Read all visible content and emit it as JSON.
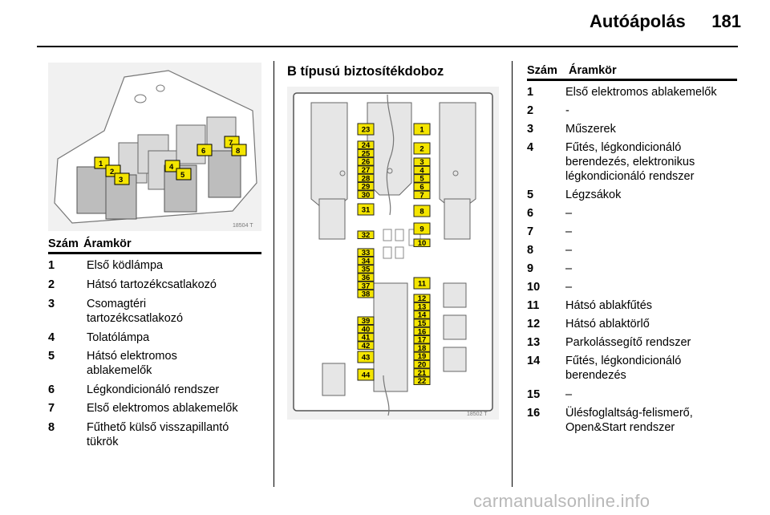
{
  "header": {
    "title": "Autóápolás",
    "page_number": "181"
  },
  "left": {
    "image_code": "18504 T",
    "callouts": [
      "1",
      "2",
      "3",
      "4",
      "5",
      "6",
      "7",
      "8"
    ],
    "table_header": {
      "num": "Szám",
      "circuit": "Áramkör"
    },
    "rows": [
      {
        "num": "1",
        "text": "Első ködlámpa"
      },
      {
        "num": "2",
        "text": "Hátsó tartozékcsatlakozó"
      },
      {
        "num": "3",
        "text": "Csomagtéri\ntartozékcsatlakozó"
      },
      {
        "num": "4",
        "text": "Tolatólámpa"
      },
      {
        "num": "5",
        "text": "Hátsó elektromos\nablakemelők"
      },
      {
        "num": "6",
        "text": "Légkondicionáló rendszer"
      },
      {
        "num": "7",
        "text": "Első elektromos ablakemelők"
      },
      {
        "num": "8",
        "text": "Fűthető külső visszapillantó\ntükrök"
      }
    ]
  },
  "middle": {
    "title": "B típusú biztosítékdoboz",
    "image_code": "18502 T",
    "fuses": [
      "1",
      "2",
      "3",
      "4",
      "5",
      "6",
      "7",
      "8",
      "9",
      "10",
      "11",
      "12",
      "13",
      "14",
      "15",
      "16",
      "17",
      "18",
      "19",
      "20",
      "21",
      "22",
      "23",
      "24",
      "25",
      "26",
      "27",
      "28",
      "29",
      "30",
      "31",
      "32",
      "33",
      "34",
      "35",
      "36",
      "37",
      "38",
      "39",
      "40",
      "41",
      "42",
      "43",
      "44"
    ]
  },
  "right": {
    "table_header": {
      "num": "Szám",
      "circuit": "Áramkör"
    },
    "rows": [
      {
        "num": "1",
        "text": "Első elektromos ablakemelők"
      },
      {
        "num": "2",
        "text": "-"
      },
      {
        "num": "3",
        "text": "Műszerek"
      },
      {
        "num": "4",
        "text": "Fűtés, légkondicionáló\nberendezés, elektronikus\nlégkondicionáló rendszer"
      },
      {
        "num": "5",
        "text": "Légzsákok"
      },
      {
        "num": "6",
        "text": "–"
      },
      {
        "num": "7",
        "text": "–"
      },
      {
        "num": "8",
        "text": "–"
      },
      {
        "num": "9",
        "text": "–"
      },
      {
        "num": "10",
        "text": "–"
      },
      {
        "num": "11",
        "text": "Hátsó ablakfűtés"
      },
      {
        "num": "12",
        "text": "Hátsó ablaktörlő"
      },
      {
        "num": "13",
        "text": "Parkolássegítő rendszer"
      },
      {
        "num": "14",
        "text": "Fűtés, légkondicionáló\nberendezés"
      },
      {
        "num": "15",
        "text": "–"
      },
      {
        "num": "16",
        "text": "Ülésfoglaltság-felismerő,\nOpen&Start rendszer"
      }
    ]
  },
  "watermark": "carmanualsonline.info"
}
